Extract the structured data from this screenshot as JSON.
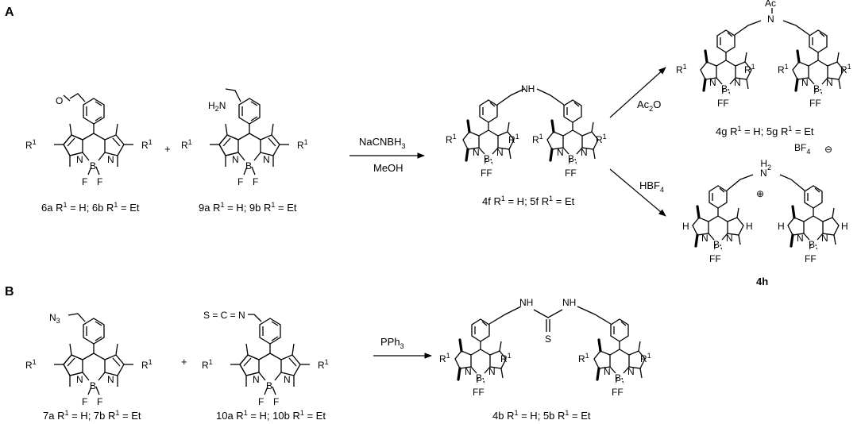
{
  "panels": {
    "a": "A",
    "b": "B"
  },
  "atoms": {
    "N": "N",
    "B": "B",
    "F": "F",
    "FF": "FF",
    "NH": "NH",
    "N3": "N",
    "Ac": "Ac",
    "H": "H",
    "S": "S",
    "C": "C",
    "BF4": "BF",
    "minus": "⊖",
    "plus": "⊕"
  },
  "compounds": {
    "c6": {
      "pre": "6a R",
      "mid": " = H; 6b R",
      "post": " = Et"
    },
    "c9": {
      "pre": "9a R",
      "mid": " = H; 9b R",
      "post": " = Et"
    },
    "c4f": {
      "pre": "4f R",
      "mid": " = H; 5f R",
      "post": " = Et"
    },
    "c4g": {
      "pre": "4g R",
      "mid": " = H; 5g R",
      "post": " = Et"
    },
    "c4h": {
      "label": "4h"
    },
    "c7": {
      "pre": "7a R",
      "mid": " = H; 7b R",
      "post": " = Et"
    },
    "c10": {
      "pre": "10a R",
      "mid": " = H; 10b R",
      "post": " = Et"
    },
    "c4b": {
      "pre": "4b R",
      "mid": " = H; 5b R",
      "post": " = Et"
    }
  },
  "reagents": {
    "plus": "+",
    "nacnbh3_a": "NaCNBH",
    "nacnbh3_sub": "3",
    "meoh": "MeOH",
    "ac2o_a": "Ac",
    "ac2o_sub": "2",
    "ac2o_b": "O",
    "hbf4_a": "HBF",
    "hbf4_sub": "4",
    "pph3_a": "PPh",
    "pph3_sub": "3"
  },
  "r1": {
    "r": "R",
    "sup": "1"
  }
}
